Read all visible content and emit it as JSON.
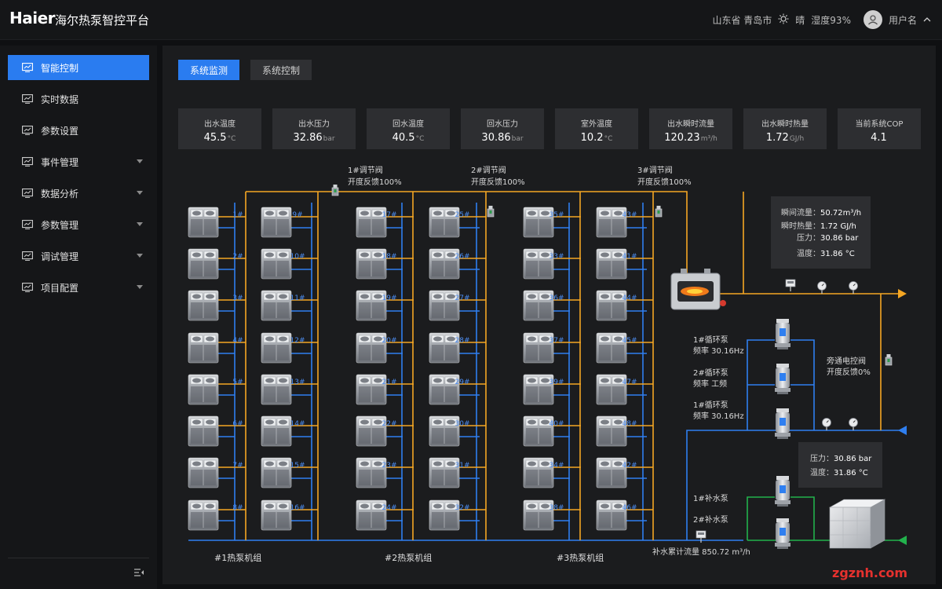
{
  "header": {
    "logo": "Haier",
    "title": "海尔热泵智控平台",
    "location": "山东省 青岛市",
    "weather": "晴",
    "humidity": "湿度93%",
    "username": "用户名"
  },
  "sidebar": {
    "items": [
      {
        "label": "智能控制",
        "active": true,
        "caret": false,
        "icon": "monitor-chart-icon"
      },
      {
        "label": "实时数据",
        "active": false,
        "caret": false,
        "icon": "data-screen-icon"
      },
      {
        "label": "参数设置",
        "active": false,
        "caret": false,
        "icon": "bar-chart-icon"
      },
      {
        "label": "事件管理",
        "active": false,
        "caret": true,
        "icon": "event-icon"
      },
      {
        "label": "数据分析",
        "active": false,
        "caret": true,
        "icon": "analysis-icon"
      },
      {
        "label": "参数管理",
        "active": false,
        "caret": true,
        "icon": "params-icon"
      },
      {
        "label": "调试管理",
        "active": false,
        "caret": true,
        "icon": "debug-icon"
      },
      {
        "label": "项目配置",
        "active": false,
        "caret": true,
        "icon": "config-icon"
      }
    ]
  },
  "tabs": {
    "monitor": "系统监测",
    "control": "系统控制"
  },
  "metrics": [
    {
      "label": "出水温度",
      "value": "45.5",
      "unit": "°C"
    },
    {
      "label": "出水压力",
      "value": "32.86",
      "unit": "bar"
    },
    {
      "label": "回水温度",
      "value": "40.5",
      "unit": "°C"
    },
    {
      "label": "回水压力",
      "value": "30.86",
      "unit": "bar"
    },
    {
      "label": "室外温度",
      "value": "10.2",
      "unit": "°C"
    },
    {
      "label": "出水瞬时流量",
      "value": "120.23",
      "unit": "m³/h"
    },
    {
      "label": "出水瞬时热量",
      "value": "1.72",
      "unit": "GJ/h"
    },
    {
      "label": "当前系统COP",
      "value": "4.1",
      "unit": ""
    }
  ],
  "valves": [
    {
      "name": "1#调节阀",
      "status": "开度反馈100%"
    },
    {
      "name": "2#调节阀",
      "status": "开度反馈100%"
    },
    {
      "name": "3#调节阀",
      "status": "开度反馈100%"
    }
  ],
  "units": {
    "c1": [
      "1#",
      "2#",
      "3#",
      "4#",
      "5#",
      "6#",
      "7#",
      "8#"
    ],
    "c2": [
      "9#",
      "10#",
      "11#",
      "12#",
      "13#",
      "14#",
      "15#",
      "16#"
    ],
    "c3": [
      "17#",
      "18#",
      "19#",
      "20#",
      "21#",
      "22#",
      "23#",
      "24#"
    ],
    "c4": [
      "25#",
      "26#",
      "27#",
      "28#",
      "29#",
      "30#",
      "31#",
      "32#"
    ],
    "c5": [
      "35#",
      "33#",
      "36#",
      "37#",
      "39#",
      "40#",
      "34#",
      "38#"
    ],
    "c6": [
      "43#",
      "41#",
      "44#",
      "45#",
      "47#",
      "48#",
      "42#",
      "46#"
    ]
  },
  "groups": [
    "#1热泵机组",
    "#2热泵机组",
    "#3热泵机组"
  ],
  "info1": {
    "l1": "瞬间流量：",
    "v1": "50.72m³/h",
    "l2": "瞬时热量：",
    "v2": "1.72 GJ/h",
    "l3": "压力：",
    "v3": "30.86 bar",
    "l4": "温度：",
    "v4": "31.86 °C"
  },
  "info2": {
    "l1": "压力：",
    "v1": "30.86 bar",
    "l2": "温度：",
    "v2": "31.86 °C"
  },
  "pumps": [
    {
      "name": "1#循环泵",
      "freq": "频率 30.16Hz"
    },
    {
      "name": "2#循环泵",
      "freq": "频率 工频"
    },
    {
      "name": "1#循环泵",
      "freq": "频率 30.16Hz"
    }
  ],
  "bypass": {
    "name": "旁通电控阀",
    "status": "开度反馈0%"
  },
  "makeup": {
    "p1": "1#补水泵",
    "p2": "2#补水泵",
    "flow": "补水累计流量 850.72 m³/h"
  },
  "watermark": "zgznh.com",
  "colors": {
    "accent": "#2a7cf0",
    "supply": "#f5a623",
    "return": "#2f7ff0",
    "makeup": "#22b14c"
  }
}
